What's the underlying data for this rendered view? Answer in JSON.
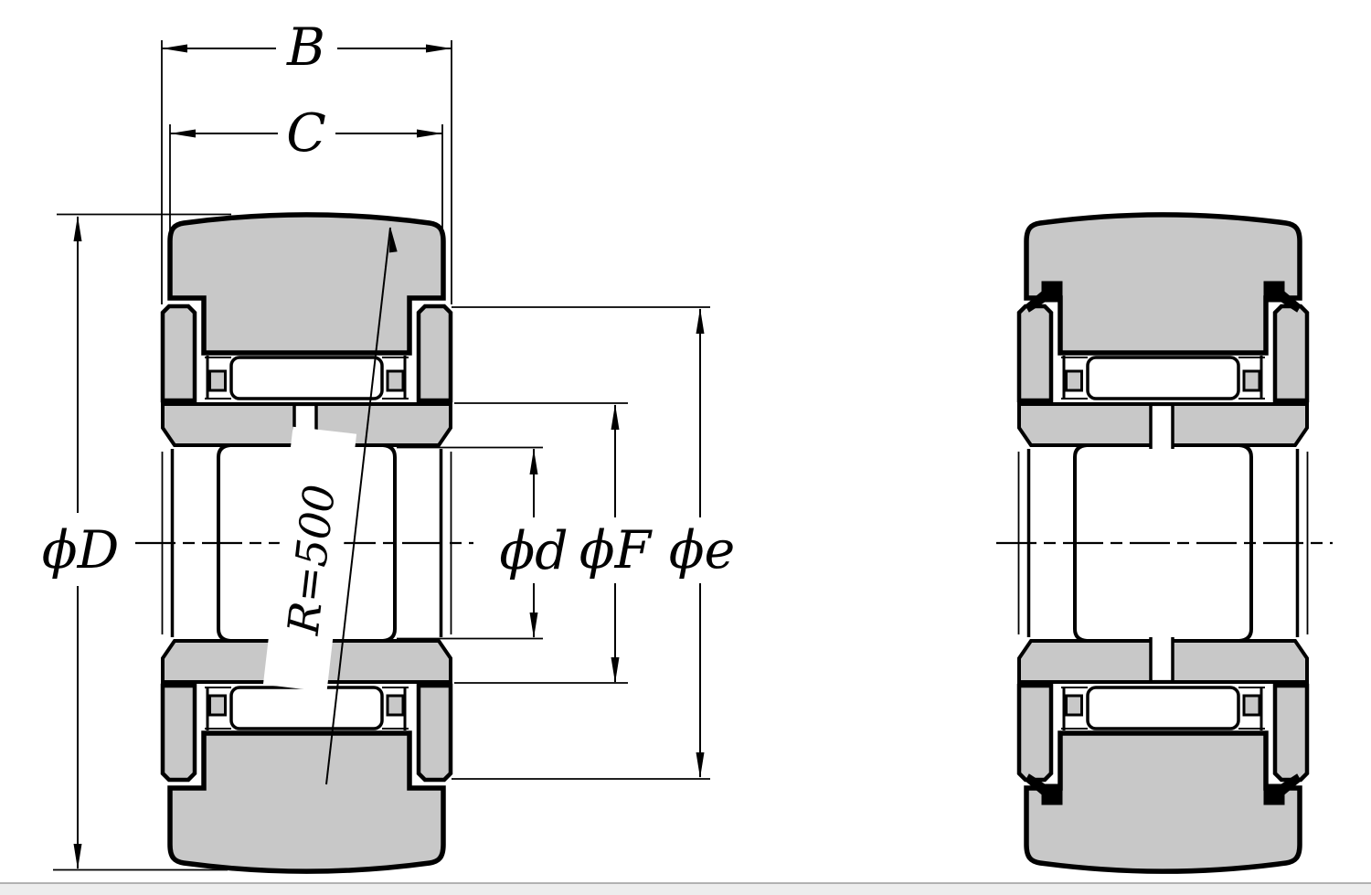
{
  "drawing": {
    "description": "bearing cross-section technical drawing, two views",
    "labels": {
      "B": "B",
      "C": "C",
      "phi_D": "ϕD",
      "phi_d": "ϕd",
      "phi_F": "ϕF",
      "phi_e": "ϕe",
      "crown_radius": "R=500"
    },
    "colors": {
      "section_fill": "#c8c8c8",
      "outline": "#000000",
      "seal_fill": "#000000",
      "background": "#ffffff",
      "footer_strip": "#ededed"
    }
  }
}
